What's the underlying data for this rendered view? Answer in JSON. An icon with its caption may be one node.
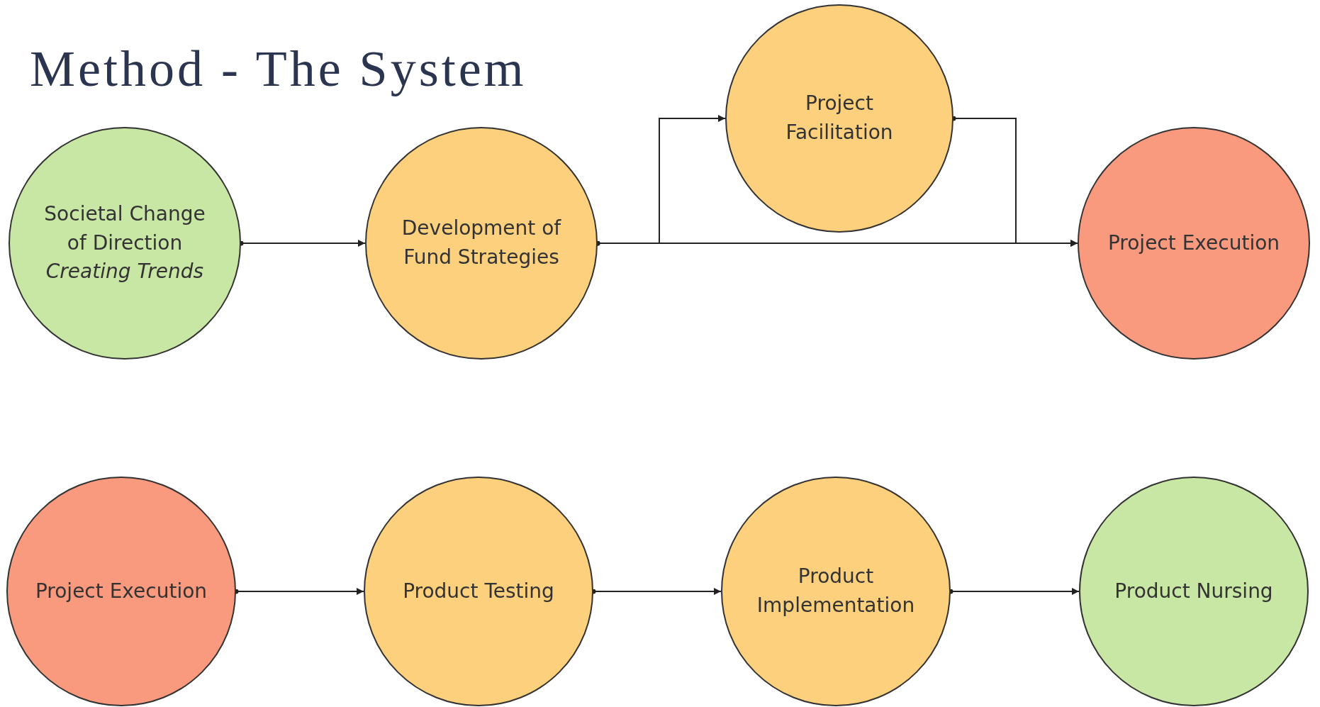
{
  "diagram": {
    "title": "Method - The System",
    "nodes": [
      {
        "text": [
          "Societal Change of Direction",
          "Creating Trends"
        ]
      },
      {
        "text": [
          "Development of Fund Strategies"
        ]
      },
      {
        "text": [
          "Project Facilitation"
        ]
      },
      {
        "text": [
          "Project Execution"
        ]
      },
      {
        "text": [
          "Project Execution"
        ]
      },
      {
        "text": [
          "Product Testing"
        ]
      },
      {
        "text": [
          "Product Implementation"
        ]
      },
      {
        "text": [
          "Product Nursing"
        ]
      }
    ],
    "edges": [
      {
        "from": 0,
        "to": 1,
        "arrow": "to"
      },
      {
        "from": 1,
        "to": 2,
        "arrow": "to"
      },
      {
        "from": 2,
        "to": 3,
        "arrow": "to"
      },
      {
        "from": 1,
        "to": 3,
        "arrow": "to"
      },
      {
        "from": 4,
        "to": 5,
        "arrow": "to"
      },
      {
        "from": 5,
        "to": 6,
        "arrow": "to"
      },
      {
        "from": 6,
        "to": 7,
        "arrow": "to"
      }
    ]
  }
}
